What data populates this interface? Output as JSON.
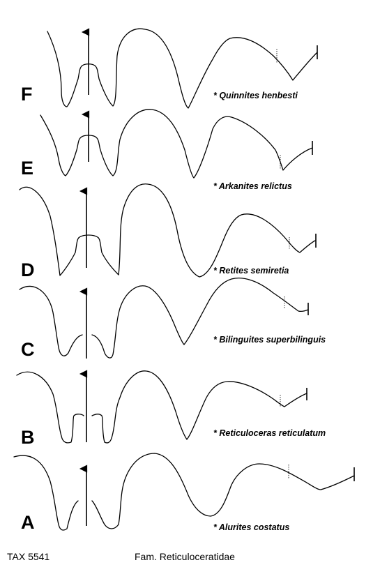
{
  "plate": {
    "rows": [
      {
        "letter": "F",
        "species": "* Quinnites henbesti"
      },
      {
        "letter": "E",
        "species": "* Arkanites relictus"
      },
      {
        "letter": "D",
        "species": "* Retites semiretia"
      },
      {
        "letter": "C",
        "species": "* Bilinguites superbilinguis"
      },
      {
        "letter": "B",
        "species": "* Reticuloceras reticulatum"
      },
      {
        "letter": "A",
        "species": "* Alurites costatus"
      }
    ]
  },
  "footer": {
    "catalog": "TAX 5541",
    "family": "Fam. Reticuloceratidae"
  }
}
